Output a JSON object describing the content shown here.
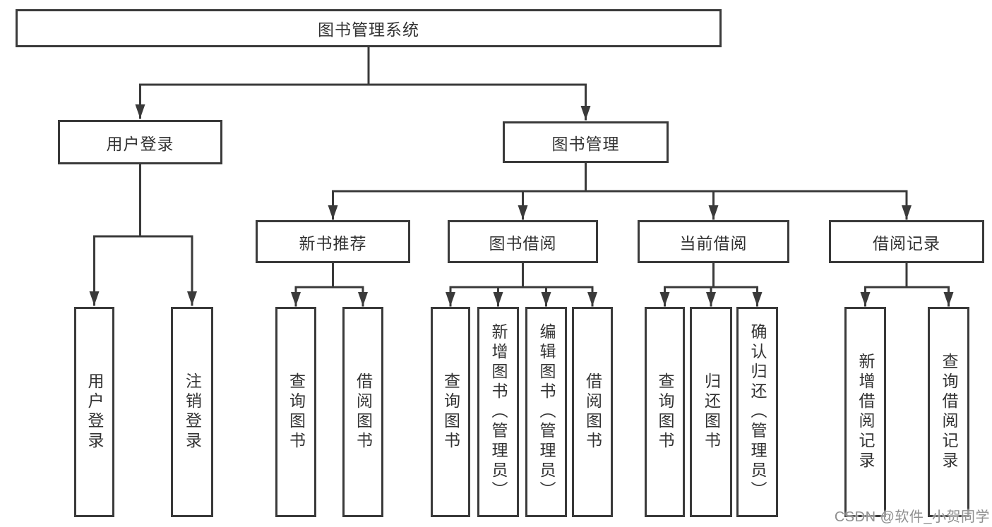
{
  "diagram": {
    "type": "tree",
    "root": {
      "label": "图书管理系统",
      "children": [
        {
          "label": "用户登录",
          "children": [
            {
              "label": "用户登录"
            },
            {
              "label": "注销登录"
            }
          ]
        },
        {
          "label": "图书管理",
          "children": [
            {
              "label": "新书推荐",
              "children": [
                {
                  "label": "查询图书"
                },
                {
                  "label": "借阅图书"
                }
              ]
            },
            {
              "label": "图书借阅",
              "children": [
                {
                  "label": "查询图书"
                },
                {
                  "label": "新增图书（管理员）"
                },
                {
                  "label": "编辑图书（管理员）"
                },
                {
                  "label": "借阅图书"
                }
              ]
            },
            {
              "label": "当前借阅",
              "children": [
                {
                  "label": "查询图书"
                },
                {
                  "label": "归还图书"
                },
                {
                  "label": "确认归还（管理员）"
                }
              ]
            },
            {
              "label": "借阅记录",
              "children": [
                {
                  "label": "新增借阅记录"
                },
                {
                  "label": "查询借阅记录"
                }
              ]
            }
          ]
        }
      ]
    }
  },
  "watermark": {
    "text": "CSDN @软件_小贺同学"
  },
  "colors": {
    "line": "#3a3a3a",
    "text": "#333333",
    "watermark": "#8f8f8f",
    "background": "#ffffff"
  }
}
